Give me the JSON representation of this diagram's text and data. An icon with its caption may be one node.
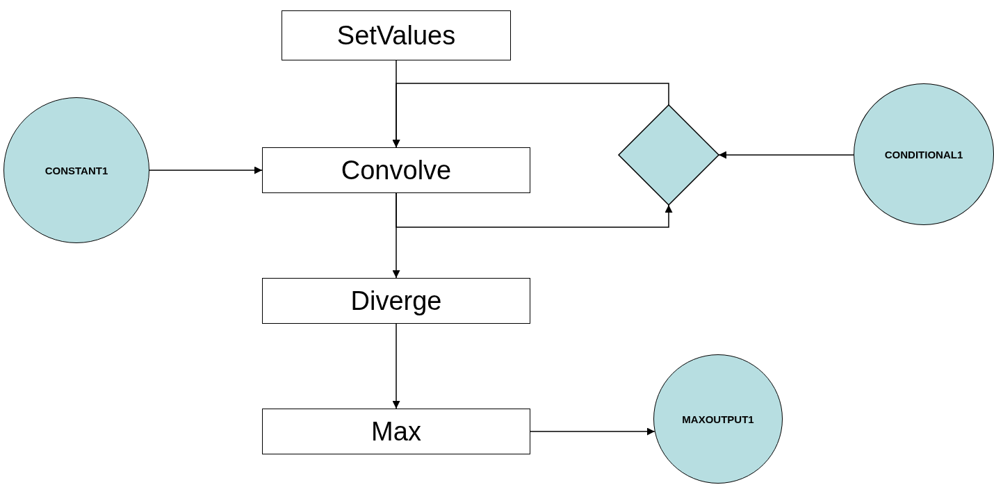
{
  "diagram": {
    "nodes": [
      {
        "text": [
          "SetValues"
        ]
      },
      {
        "text": [
          "CONSTANT1"
        ]
      },
      {
        "text": [
          "Convolve"
        ]
      },
      {
        "text": [],
        "shape": "diamond"
      },
      {
        "text": [
          "CONDITIONAL1"
        ]
      },
      {
        "text": [
          "Diverge"
        ]
      },
      {
        "text": [
          "Max"
        ]
      },
      {
        "text": [
          "MAXOUTPUT1"
        ]
      }
    ],
    "edges": [
      {
        "from": 0,
        "to": 2,
        "arrow": "to"
      },
      {
        "from": 3,
        "to": 2,
        "arrow": "to"
      },
      {
        "from": 1,
        "to": 2,
        "arrow": "to"
      },
      {
        "from": 2,
        "to": 3,
        "arrow": "to"
      },
      {
        "from": 2,
        "to": 5,
        "arrow": "to"
      },
      {
        "from": 4,
        "to": 3,
        "arrow": "to"
      },
      {
        "from": 5,
        "to": 6,
        "arrow": "to"
      },
      {
        "from": 6,
        "to": 7,
        "arrow": "to"
      }
    ]
  }
}
